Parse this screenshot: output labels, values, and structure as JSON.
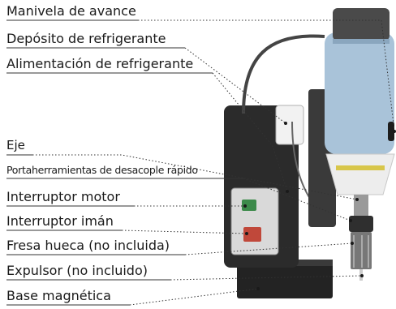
{
  "labels": [
    "Manivela de avance",
    "Depósito de refrigerante",
    "Alimentación de refrigerante",
    "Eje",
    "Portaherramientas de desacople rápido",
    "Interruptor motor",
    "Interruptor imán",
    "Fresa hueca (no incluida)",
    "Expulsor (no incluido)",
    "Base magnética"
  ],
  "colors": {
    "text": "#1a1a1a",
    "leader": "#333333",
    "motor_housing": "#a9c3d9",
    "body": "#2b2b2b",
    "button_green": "#3c8a4a",
    "button_red": "#c0483a",
    "chuck_ring": "#d8c64a"
  }
}
